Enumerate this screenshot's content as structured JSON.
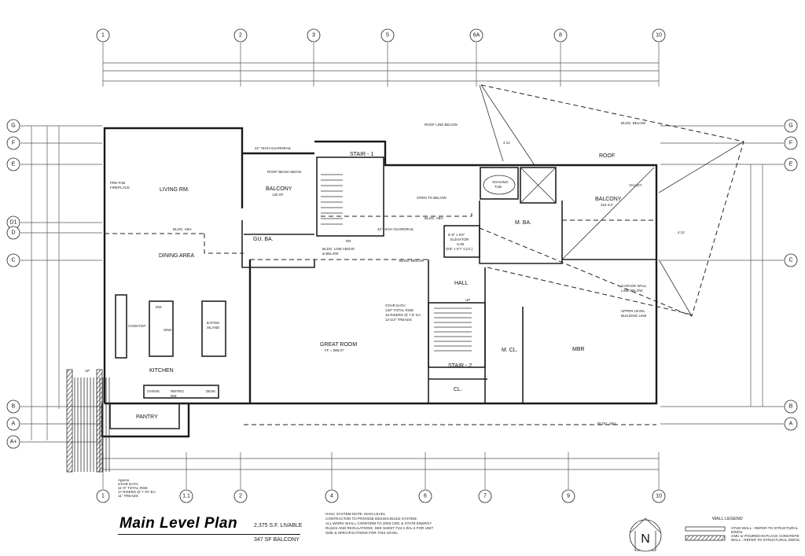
{
  "plan": {
    "title": "Main Level Plan",
    "livable_area": "2,375 S.F. LIVABLE",
    "balcony_area": "347 SF  BALCONY",
    "hvac_note": [
      "HVAC SYSTEM NOTE:    MAIN LEVEL",
      "CONTRACTOR TO PROVIDE DESIGN BUILD SYSTEM.",
      "ALL WORK SHALL CONFORM TO 2003 CMC & STATE ENERGY",
      "RULES AND REGULATIONS. SEE SHEET T24-1 thru 4 FOR UNIT",
      "SIZE & SPECIFICATIONS FOR THIS LEVEL."
    ]
  },
  "legend": {
    "title": "WALL  LEGEND",
    "stud_wall": "STUD WALL - REFER TO STRUCTURAL DWGS.",
    "cmu_wall": "CMU or POURED-IN-PLACE CONCRETE WALL - REFER TO STRUCTURAL DWGS."
  },
  "north_arrow": "N",
  "grid": {
    "top": [
      "1",
      "2",
      "3",
      "5",
      "6A",
      "8",
      "10"
    ],
    "bottom": [
      "1",
      "1.1",
      "2",
      "4",
      "6",
      "7",
      "9",
      "10"
    ],
    "left": [
      "G",
      "F",
      "E",
      "D1",
      "D",
      "C",
      "B",
      "A",
      "A+"
    ],
    "right": [
      "G",
      "F",
      "E",
      "C",
      "B",
      "A"
    ]
  },
  "rooms": {
    "living": "LIVING RM.",
    "fireplace": [
      "PRE-FAB",
      "FIREPLACE"
    ],
    "dining": "DINING AREA",
    "balcony1": "BALCONY",
    "balcony1_area": "130 SF",
    "guardrail1": "42\" HIGH GUARDRAIL",
    "roof_beam": "ROOF BEAM ABOVE",
    "gu_ba": "GU. BA.",
    "bldg_line": [
      "BLDG. LINE ABOVE",
      "& BELOW"
    ],
    "stair1": "STAIR - 1",
    "open_below": "OPEN TO BELOW",
    "bldg_abv1": "BLDG. ABV.",
    "guardrail2": "42\" HIGH GUARDRAIL",
    "bldg_below1": "BLDG. BELOW",
    "roof_line_below": "ROOF LINE BELOW",
    "soaking_tub": [
      "SOAKING",
      "TUB"
    ],
    "elevator": [
      "5'-8\" x 6'8\"",
      "ELEVATOR",
      "CAB",
      "(6'8\" x 5'7\" CLG.)"
    ],
    "m_ba": "M. BA.",
    "hall": "HALL",
    "balcony2": "BALCONY",
    "balcony2_area": "315 S.F.",
    "roof": "ROOF",
    "pitch": "4:12",
    "valley": "VALLEY",
    "bldg_below2": "BLDG. BELOW",
    "garage_wall": [
      "GARAGE WALL",
      "LINE BELOW"
    ],
    "upper_level": [
      "UPPER LEVEL",
      "BUILDING LINE"
    ],
    "stair_data": [
      "STAIR DATA:",
      "120\" TOTAL RISE",
      "16 RISERS @ 7.5\" EA.",
      "13-1/2\" TREADS"
    ],
    "great_room": "GREAT ROOM",
    "ff": "FF = 598.07",
    "m_cl": "M. CL.",
    "mbr": "MBR",
    "stair2": "STAIR - 2",
    "cl": "CL.",
    "kitchen": "KITCHEN",
    "cooktop": "COOKTOP",
    "dw": "DW",
    "sink": "SINK",
    "eating_island": [
      "EATING",
      "ISLAND"
    ],
    "ovens": "OVENS",
    "refrig": "REFRIG",
    "desk": "DESK",
    "pantry": "PANTRY",
    "bldg_abv2": "BLDG. ABV.",
    "stair_data2": [
      "Approx.",
      "STAIR DATA:",
      "11'-0\" TOTAL RISE",
      "17 RISERS @ 7.76\" EA.",
      "11\" TREADS"
    ],
    "up": "UP",
    "dn": "DN"
  }
}
